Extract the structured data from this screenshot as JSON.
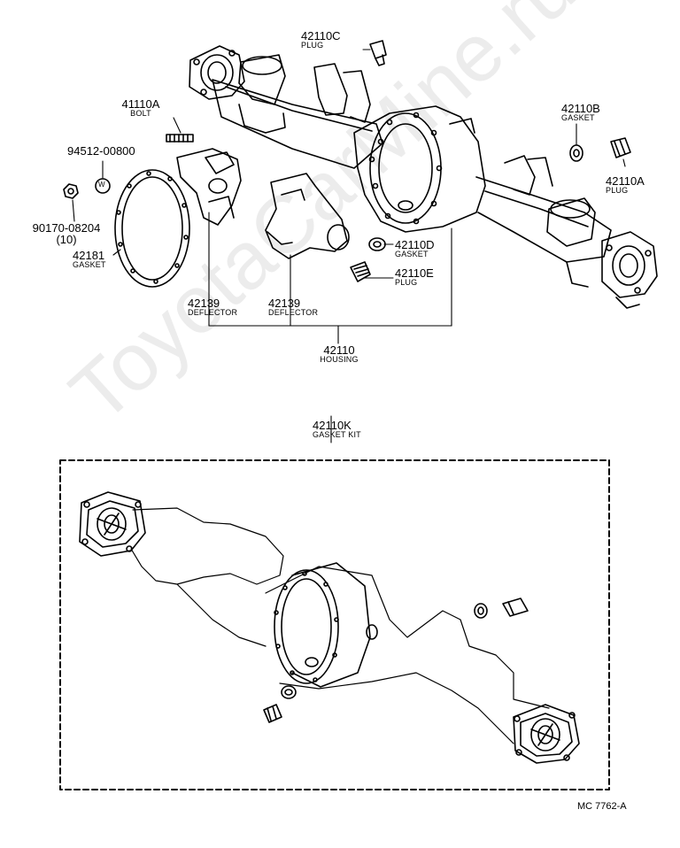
{
  "watermark": "ToyotaCarMine.ru",
  "callouts": {
    "c42110C": {
      "part_no": "42110C",
      "name": "PLUG"
    },
    "c41110A": {
      "part_no": "41110A",
      "name": "BOLT"
    },
    "c94512": {
      "part_no": "94512-00800"
    },
    "c90170": {
      "part_no": "90170-08204",
      "qty": "(10)"
    },
    "c42181": {
      "part_no": "42181",
      "name": "GASKET"
    },
    "c42139a": {
      "part_no": "42139",
      "name": "DEFLECTOR"
    },
    "c42139b": {
      "part_no": "42139",
      "name": "DEFLECTOR"
    },
    "c42110": {
      "part_no": "42110",
      "name": "HOUSING"
    },
    "c42110D": {
      "part_no": "42110D",
      "name": "GASKET"
    },
    "c42110E": {
      "part_no": "42110E",
      "name": "PLUG"
    },
    "c42110B": {
      "part_no": "42110B",
      "name": "GASKET"
    },
    "c42110A": {
      "part_no": "42110A",
      "name": "PLUG"
    },
    "c42110K": {
      "part_no": "42110K",
      "name": "GASKET KIT"
    }
  },
  "washer_mark": "W",
  "figure_code": "MC  7762-A"
}
